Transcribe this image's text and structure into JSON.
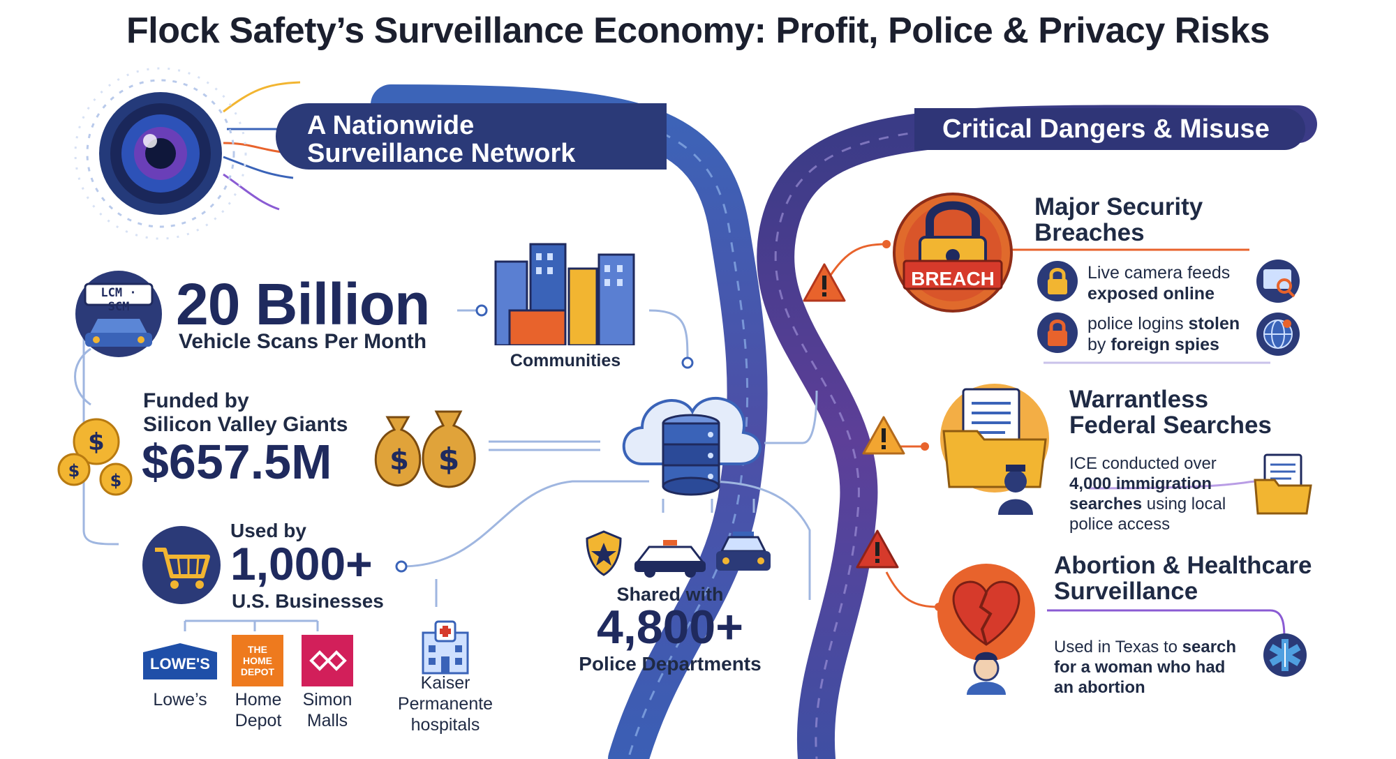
{
  "title": "Flock Safety’s Surveillance Economy: Profit, Police & Privacy Risks",
  "left_banner": {
    "line1": "A Nationwide",
    "line2": "Surveillance Network"
  },
  "right_banner": "Critical Dangers & Misuse",
  "scans": {
    "plate": "LCM · SCM",
    "big": "20 Billion",
    "sub": "Vehicle Scans Per Month"
  },
  "communities_label": "Communities",
  "funding": {
    "line1": "Funded by",
    "line2": "Silicon Valley Giants",
    "amount": "$657.5M"
  },
  "businesses": {
    "pre": "Used by",
    "big": "1,000+",
    "sub": "U.S. Businesses"
  },
  "brands": {
    "lowes_logo": "LOWE'S",
    "lowes": "Lowe’s",
    "homedepot_logo_1": "THE",
    "homedepot_logo_2": "HOME",
    "homedepot_logo_3": "DEPOT",
    "homedepot_1": "Home",
    "homedepot_2": "Depot",
    "simon_1": "Simon",
    "simon_2": "Malls",
    "kaiser_1": "Kaiser",
    "kaiser_2": "Permanente",
    "kaiser_3": "hospitals"
  },
  "police": {
    "pre": "Shared with",
    "big": "4,800+",
    "sub": "Police Departments"
  },
  "breaches": {
    "title1": "Major Security",
    "title2": "Breaches",
    "badge": "BREACH",
    "item1_a": "Live camera feeds",
    "item1_b": "exposed online",
    "item2_a_plain": "police logins ",
    "item2_a_bold": "stolen",
    "item2_b_plain": "by ",
    "item2_b_bold": "foreign spies"
  },
  "federal": {
    "title1": "Warrantless",
    "title2": "Federal Searches",
    "l1": "ICE conducted over",
    "l2": "4,000 immigration",
    "l3_bold": "searches",
    "l3_plain": " using local",
    "l4": "police access"
  },
  "abortion": {
    "title1": "Abortion & Healthcare",
    "title2": "Surveillance",
    "l1_plain": "Used in Texas to ",
    "l1_bold": "search",
    "l2": "for a woman who had",
    "l3": "an abortion"
  },
  "colors": {
    "navy": "#2b3a78",
    "blue": "#3a63b8",
    "purple": "#6d4fb0",
    "orange": "#e8632c",
    "red": "#d63a2b",
    "gold": "#f2b531"
  }
}
